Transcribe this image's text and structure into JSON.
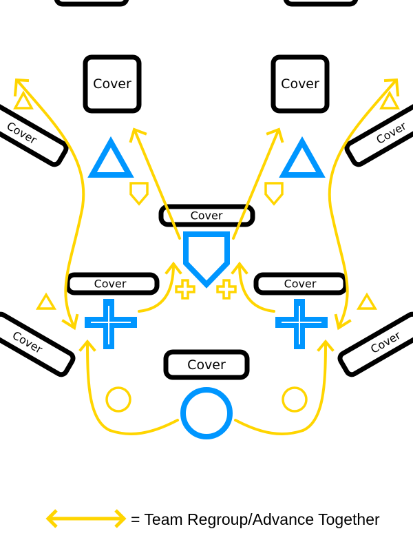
{
  "colors": {
    "team_path": "#FFD500",
    "player": "#0096FF",
    "cover": "#000000",
    "background": "#FFFFFF"
  },
  "covers": [
    {
      "id": "top-left-partial",
      "label": ""
    },
    {
      "id": "top-right-partial",
      "label": ""
    },
    {
      "id": "upper-left-square",
      "label": "Cover"
    },
    {
      "id": "upper-right-square",
      "label": "Cover"
    },
    {
      "id": "left-angled-upper",
      "label": "Cover"
    },
    {
      "id": "right-angled-upper",
      "label": "Cover"
    },
    {
      "id": "center",
      "label": "Cover"
    },
    {
      "id": "mid-left",
      "label": "Cover"
    },
    {
      "id": "mid-right",
      "label": "Cover"
    },
    {
      "id": "left-angled-lower",
      "label": "Cover"
    },
    {
      "id": "right-angled-lower",
      "label": "Cover"
    },
    {
      "id": "bottom-center",
      "label": "Cover"
    }
  ],
  "players": [
    {
      "id": "triangle-left",
      "shape": "triangle"
    },
    {
      "id": "triangle-right",
      "shape": "triangle"
    },
    {
      "id": "shield-center",
      "shape": "pentagon"
    },
    {
      "id": "cross-left",
      "shape": "cross"
    },
    {
      "id": "cross-right",
      "shape": "cross"
    },
    {
      "id": "circle-bottom",
      "shape": "circle"
    }
  ],
  "legend": {
    "icon": "double-arrow-icon",
    "label": "= Team Regroup/Advance Together"
  }
}
